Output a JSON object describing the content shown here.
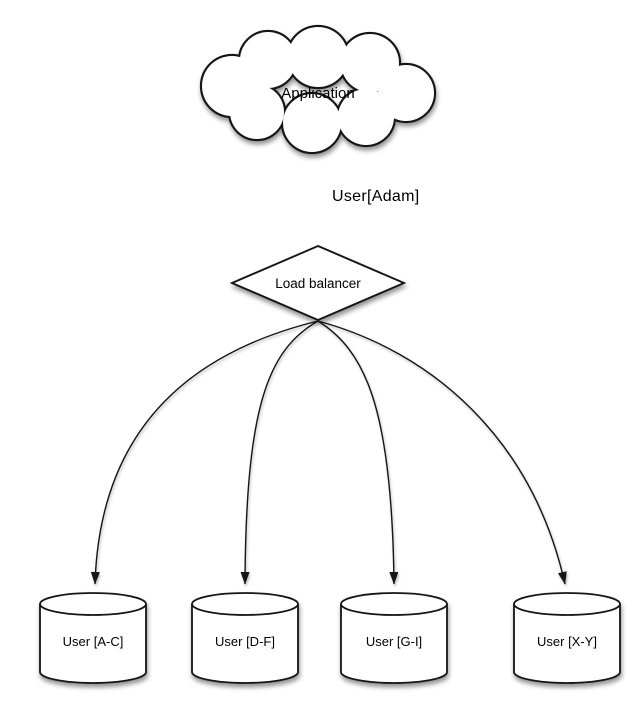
{
  "diagram": {
    "colors": {
      "background": "#ffffff",
      "shape_fill": "#ffffff",
      "stroke": "#131313",
      "text": "#000000"
    },
    "nodes": {
      "application": {
        "shape": "cloud",
        "label": "Application"
      },
      "load_balancer": {
        "shape": "diamond",
        "label": "Load balancer"
      },
      "shards": [
        {
          "shape": "cylinder",
          "label": "User [A-C]"
        },
        {
          "shape": "cylinder",
          "label": "User [D-F]"
        },
        {
          "shape": "cylinder",
          "label": "User [G-I]"
        },
        {
          "shape": "cylinder",
          "label": "User [X-Y]"
        }
      ]
    },
    "edges": [
      {
        "from": "application",
        "to": "load_balancer",
        "label": "User[Adam]",
        "style": "straight-arrow"
      },
      {
        "from": "load_balancer",
        "to": "shards.0",
        "label": "",
        "style": "curved-arrow"
      },
      {
        "from": "load_balancer",
        "to": "shards.1",
        "label": "",
        "style": "curved-arrow"
      },
      {
        "from": "load_balancer",
        "to": "shards.2",
        "label": "",
        "style": "curved-arrow"
      },
      {
        "from": "load_balancer",
        "to": "shards.3",
        "label": "",
        "style": "curved-arrow"
      }
    ]
  }
}
